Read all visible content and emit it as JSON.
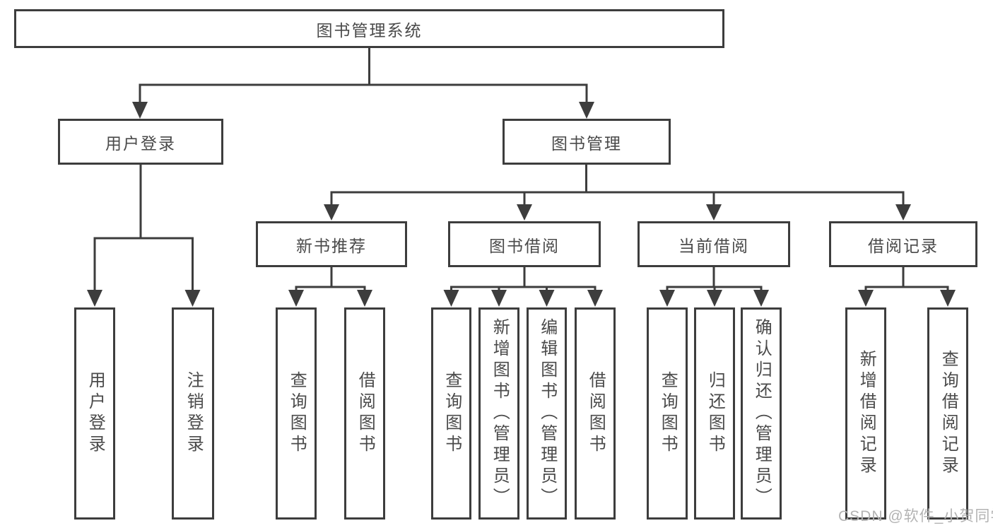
{
  "diagram": {
    "root": {
      "label": "图书管理系统"
    },
    "level2": [
      {
        "label": "用户登录"
      },
      {
        "label": "图书管理"
      }
    ],
    "level3": [
      {
        "label": "新书推荐"
      },
      {
        "label": "图书借阅"
      },
      {
        "label": "当前借阅"
      },
      {
        "label": "借阅记录"
      }
    ],
    "leaves": [
      {
        "label": "用户登录"
      },
      {
        "label": "注销登录"
      },
      {
        "label": "查询图书"
      },
      {
        "label": "借阅图书"
      },
      {
        "label": "查询图书"
      },
      {
        "label": "新增图书（管理员）"
      },
      {
        "label": "编辑图书（管理员）"
      },
      {
        "label": "借阅图书"
      },
      {
        "label": "查询图书"
      },
      {
        "label": "归还图书"
      },
      {
        "label": "确认归还（管理员）"
      },
      {
        "label": "新增借阅记录"
      },
      {
        "label": "查询借阅记录"
      }
    ],
    "colors": {
      "line": "#3d3d3d",
      "text": "#4a4a4a",
      "box_background": "#ffffff",
      "watermark": "#b3b3b3"
    }
  },
  "watermark": {
    "text": "CSDN @软件_小贺同学"
  }
}
